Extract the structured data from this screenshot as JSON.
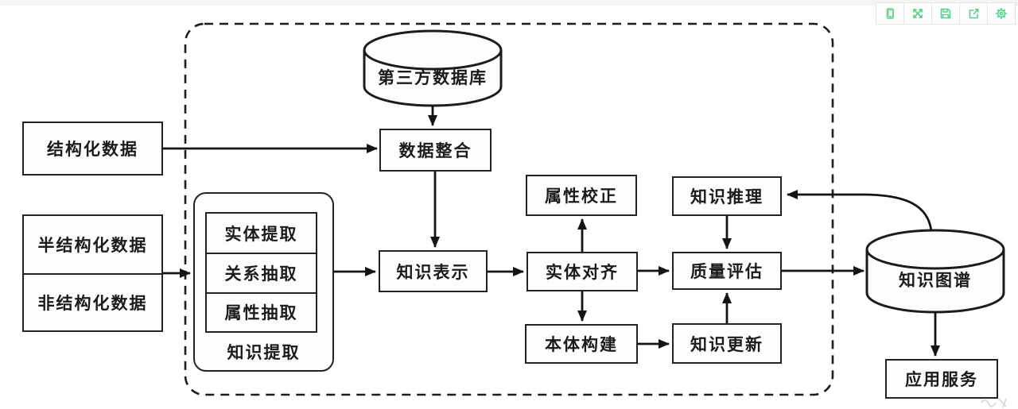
{
  "toolbar": {
    "icon_color": "#55d18c",
    "buttons": [
      {
        "icon": "mobile-device-icon"
      },
      {
        "icon": "expand-arrows-icon"
      },
      {
        "icon": "floppy-save-icon"
      },
      {
        "icon": "share-export-icon"
      },
      {
        "icon": "gear-settings-icon"
      }
    ]
  },
  "diagram": {
    "colors": {
      "line": "#1a1a1a",
      "box_fill": "#fdfdfd",
      "border": "#232323"
    },
    "nodes": {
      "third_party_db": {
        "label": "第三方数据库",
        "shape": "cylinder"
      },
      "structured": {
        "label": "结构化数据",
        "shape": "rect"
      },
      "semi_structured": {
        "label": "半结构化数据",
        "shape": "rect"
      },
      "unstructured": {
        "label": "非结构化数据",
        "shape": "rect"
      },
      "data_integration": {
        "label": "数据整合",
        "shape": "rect"
      },
      "entity_extraction": {
        "label": "实体提取",
        "shape": "rect"
      },
      "relation_extraction": {
        "label": "关系抽取",
        "shape": "rect"
      },
      "attribute_extraction": {
        "label": "属性抽取",
        "shape": "rect"
      },
      "knowledge_extraction_group": {
        "label": "知识提取",
        "shape": "rounded-group"
      },
      "knowledge_representation": {
        "label": "知识表示",
        "shape": "rect"
      },
      "attribute_correction": {
        "label": "属性校正",
        "shape": "rect"
      },
      "entity_alignment": {
        "label": "实体对齐",
        "shape": "rect"
      },
      "ontology_construction": {
        "label": "本体构建",
        "shape": "rect"
      },
      "knowledge_reasoning": {
        "label": "知识推理",
        "shape": "rect"
      },
      "quality_evaluation": {
        "label": "质量评估",
        "shape": "rect"
      },
      "knowledge_update": {
        "label": "知识更新",
        "shape": "rect"
      },
      "knowledge_graph": {
        "label": "知识图谱",
        "shape": "cylinder"
      },
      "application_service": {
        "label": "应用服务",
        "shape": "rect"
      }
    },
    "edges": [
      {
        "from": "third_party_db",
        "to": "data_integration"
      },
      {
        "from": "structured",
        "to": "data_integration"
      },
      {
        "from": "data_integration",
        "to": "knowledge_representation"
      },
      {
        "from": "semi_structured_unstructured",
        "to": "knowledge_extraction_group"
      },
      {
        "from": "knowledge_extraction_group",
        "to": "knowledge_representation"
      },
      {
        "from": "knowledge_representation",
        "to": "entity_alignment"
      },
      {
        "from": "entity_alignment",
        "to": "attribute_correction"
      },
      {
        "from": "entity_alignment",
        "to": "ontology_construction"
      },
      {
        "from": "entity_alignment",
        "to": "quality_evaluation"
      },
      {
        "from": "knowledge_reasoning",
        "to": "quality_evaluation"
      },
      {
        "from": "ontology_construction",
        "to": "knowledge_update"
      },
      {
        "from": "knowledge_update",
        "to": "quality_evaluation"
      },
      {
        "from": "quality_evaluation",
        "to": "knowledge_graph"
      },
      {
        "from": "knowledge_graph",
        "to": "knowledge_reasoning"
      },
      {
        "from": "knowledge_graph",
        "to": "application_service"
      }
    ]
  }
}
